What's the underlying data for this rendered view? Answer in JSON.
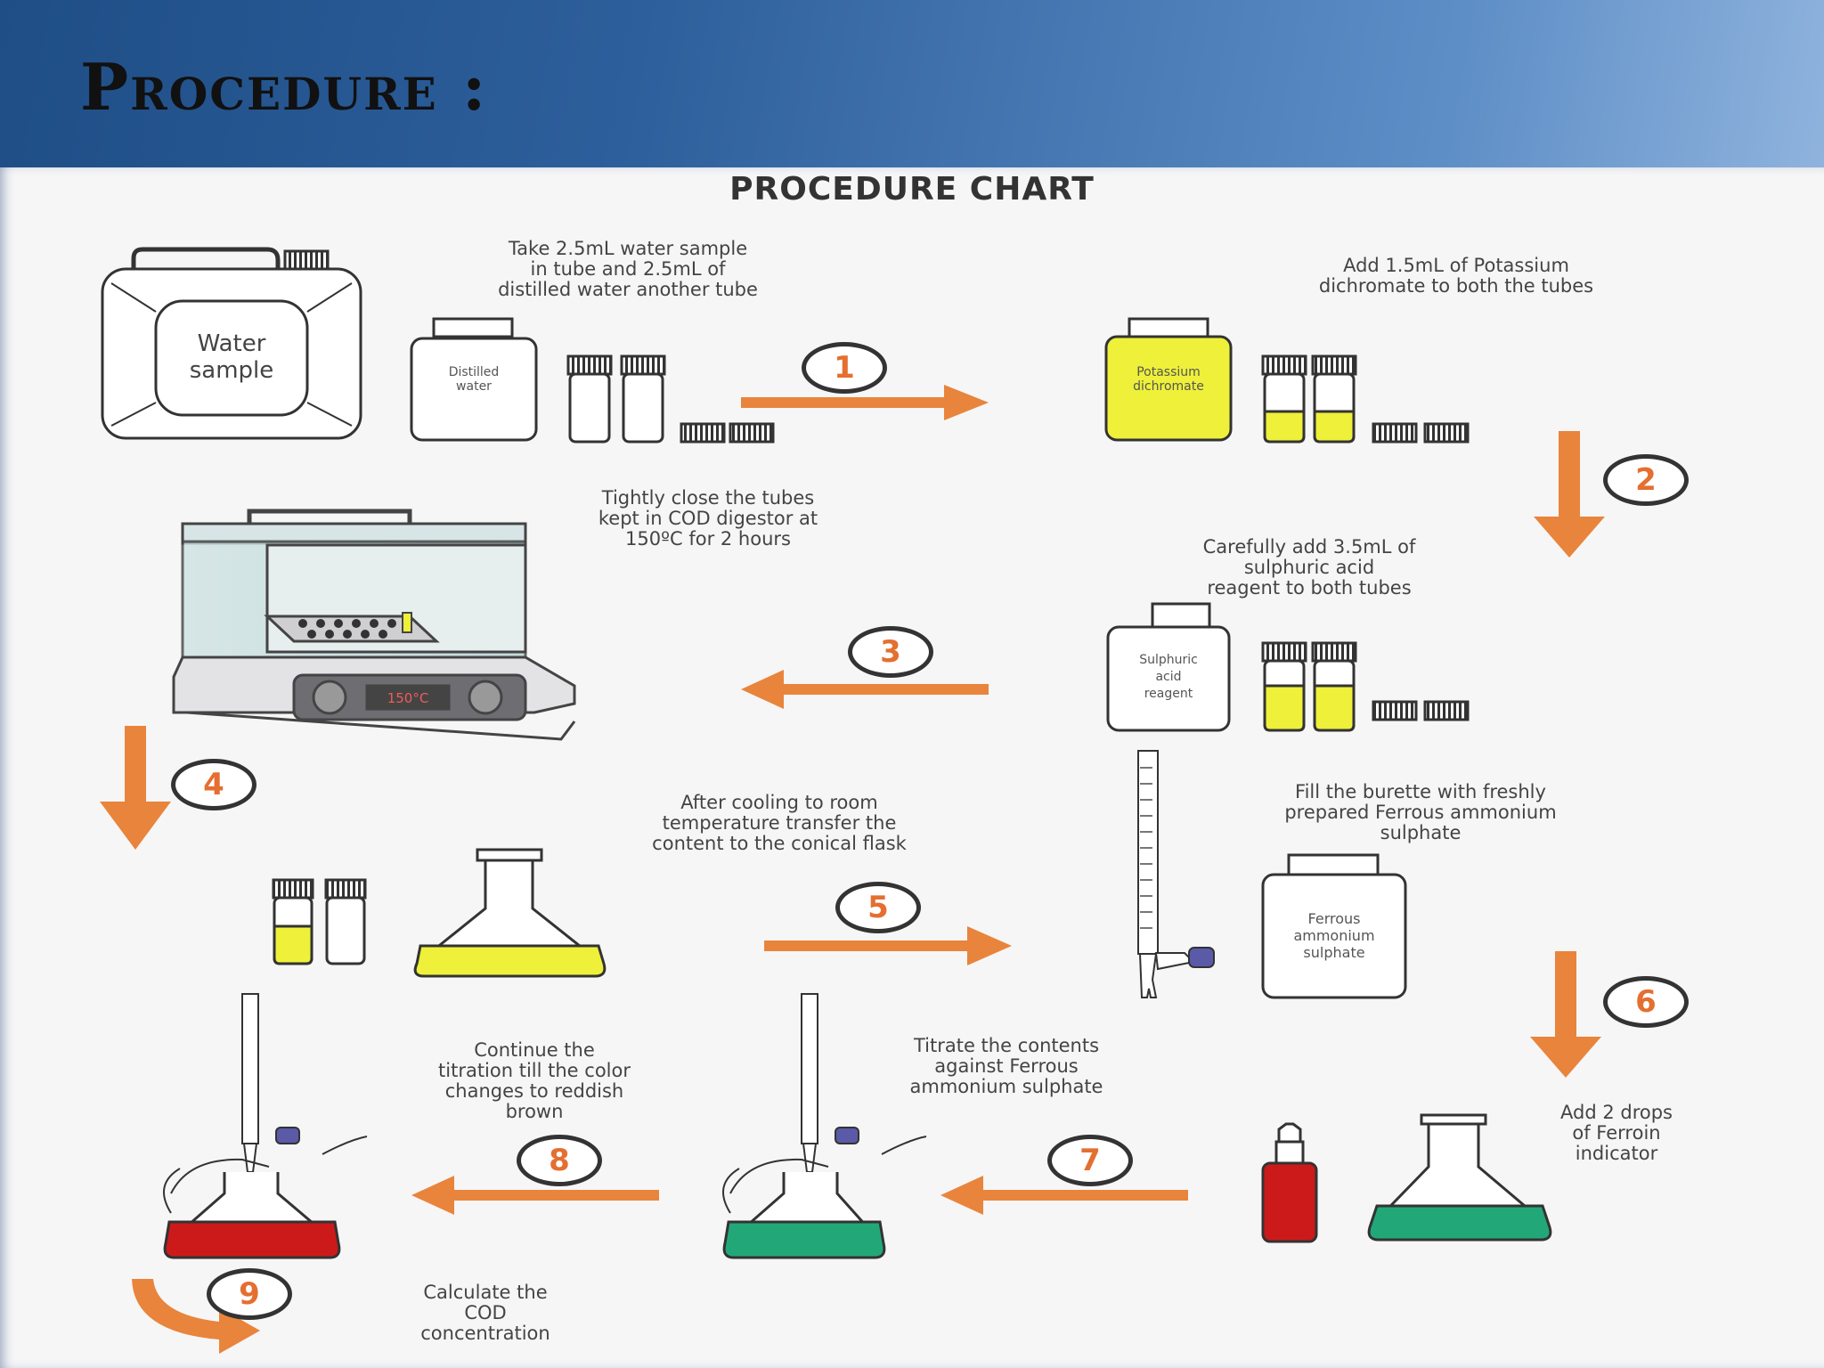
{
  "slide": {
    "title": "Procedure :"
  },
  "chart": {
    "title": "PROCEDURE CHART"
  },
  "labels": {
    "water_sample": "Water\nsample",
    "distilled_water": "Distilled\nwater",
    "potassium_dichromate": "Potassium\ndichromate",
    "sulphuric_acid": "Sulphuric\nacid\nreagent",
    "ferrous_ammonium": "Ferrous\nammonium\nsulphate",
    "digestor_display": "150°C"
  },
  "steps": [
    {
      "number": "1",
      "caption": "Take 2.5mL water sample\nin tube and 2.5mL of\ndistilled water another tube"
    },
    {
      "number": "2",
      "caption": "Add 1.5mL of Potassium\ndichromate to both the tubes"
    },
    {
      "number": "3",
      "caption": "Carefully add 3.5mL of\nsulphuric acid\nreagent to both tubes"
    },
    {
      "number": "4",
      "caption": "Tightly close the tubes\nkept in COD digestor at\n150ºC for 2 hours"
    },
    {
      "number": "5",
      "caption": "After cooling to room\ntemperature transfer the\ncontent to the conical flask"
    },
    {
      "number": "6",
      "caption": "Fill the burette with freshly\nprepared Ferrous ammonium\nsulphate"
    },
    {
      "number": "7",
      "caption": "Add 2 drops\nof Ferroin\nindicator"
    },
    {
      "number": "8",
      "caption": "Titrate the contents\nagainst Ferrous\nammonium sulphate"
    },
    {
      "number": "9",
      "caption": "Continue the\ntitration till the color\nchanges to reddish\nbrown"
    },
    {
      "number": "",
      "caption": "Calculate the\nCOD\nconcentration"
    }
  ],
  "colors": {
    "arrow": "#e9843c",
    "yellow": "#eef03a",
    "green": "#22a878",
    "red": "#cc1a1a",
    "number": "#e46f30"
  }
}
